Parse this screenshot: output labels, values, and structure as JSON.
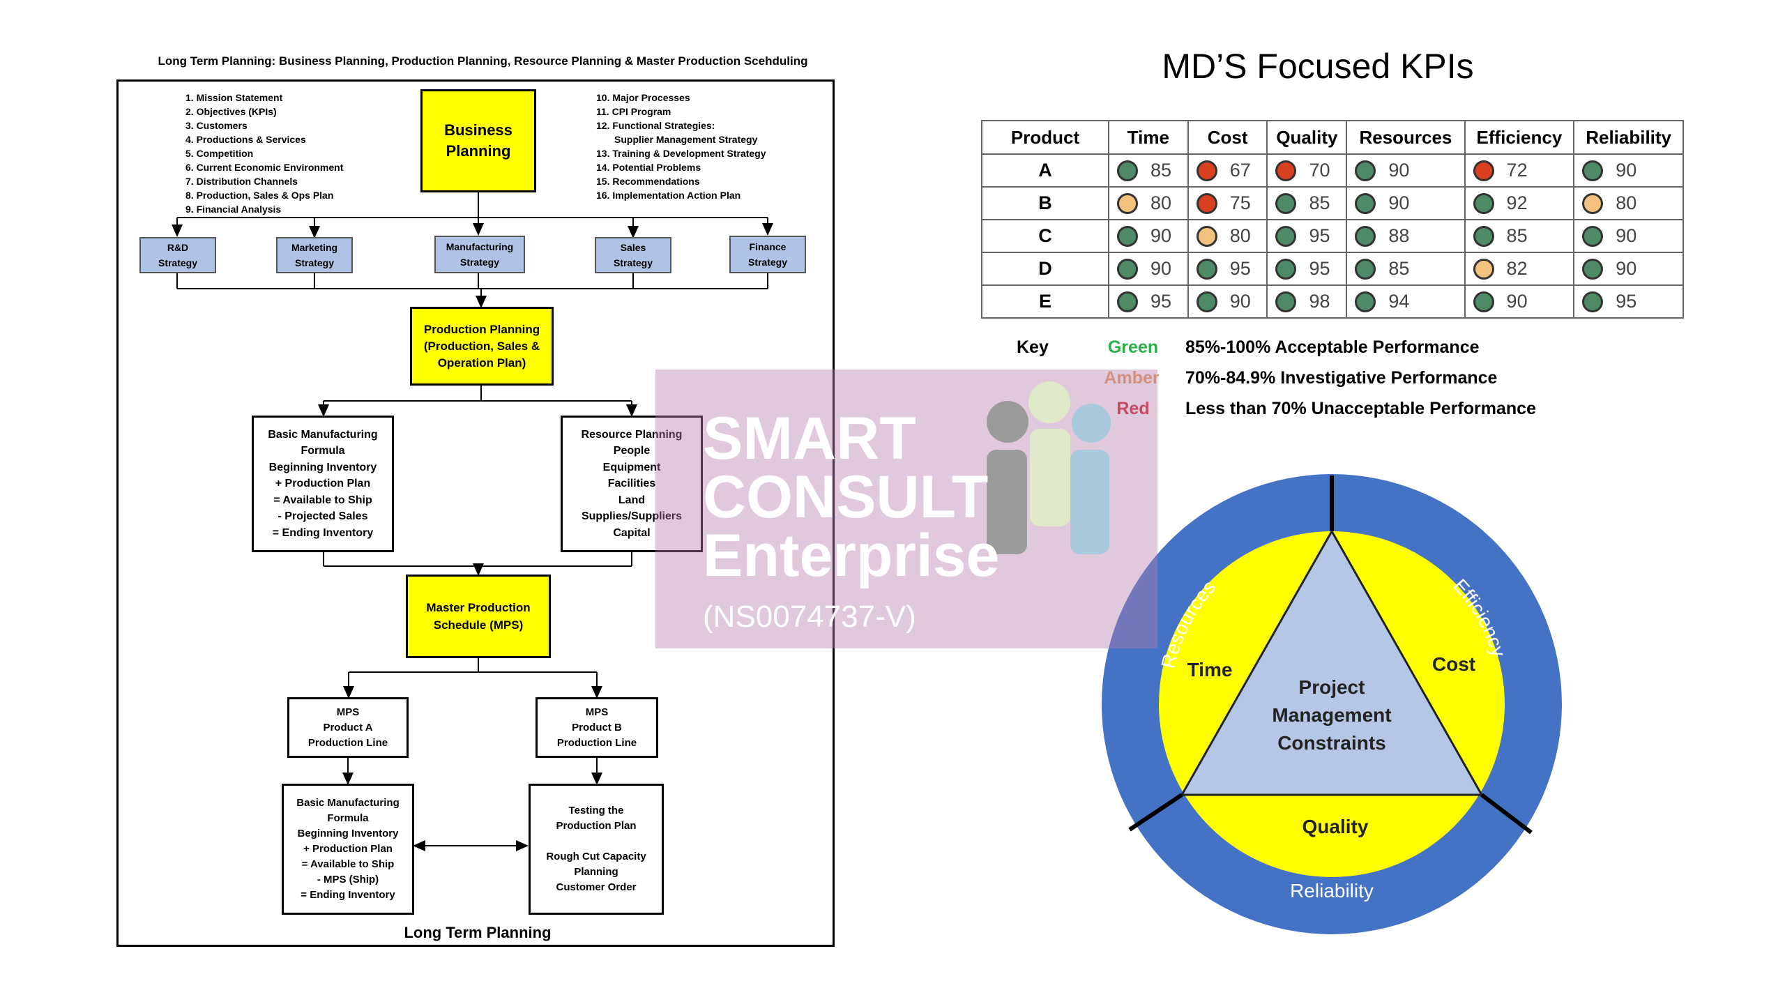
{
  "flowchart": {
    "title": "Long Term Planning: Business Planning, Production Planning, Resource Planning & Master Production Scehduling",
    "left_list": [
      "1. Mission Statement",
      "2. Objectives (KPIs)",
      "3. Customers",
      "4. Productions & Services",
      "5. Competition",
      "6. Current Economic Environment",
      "7. Distribution Channels",
      "8. Production, Sales & Ops Plan",
      "9. Financial Analysis"
    ],
    "right_list": [
      "10. Major Processes",
      "11. CPI Program",
      "12. Functional Strategies:",
      "Supplier Management Strategy",
      "13. Training & Development Strategy",
      "14. Potential Problems",
      "15. Recommendations",
      "16. Implementation Action Plan"
    ],
    "business_planning": [
      "Business",
      "Planning"
    ],
    "strategies": [
      [
        "R&D",
        "Strategy"
      ],
      [
        "Marketing",
        "Strategy"
      ],
      [
        "Manufacturing",
        "Strategy"
      ],
      [
        "Sales",
        "Strategy"
      ],
      [
        "Finance",
        "Strategy"
      ]
    ],
    "production_planning": [
      "Production Planning",
      "(Production, Sales &",
      "Operation Plan)"
    ],
    "basic_formula": [
      "Basic Manufacturing",
      "Formula",
      "Beginning Inventory",
      "+ Production Plan",
      "= Available to Ship",
      "- Projected Sales",
      "= Ending Inventory"
    ],
    "resource_planning": [
      "Resource Planning",
      "People",
      "Equipment",
      "Facilities",
      "Land",
      "Supplies/Suppliers",
      "Capital"
    ],
    "mps": [
      "Master Production",
      "Schedule (MPS)"
    ],
    "mps_a": [
      "MPS",
      "Product A",
      "Production Line"
    ],
    "mps_b": [
      "MPS",
      "Product B",
      "Production Line"
    ],
    "mps_formula": [
      "Basic Manufacturing",
      "Formula",
      "Beginning Inventory",
      "+ Production Plan",
      "= Available to Ship",
      "- MPS (Ship)",
      "= Ending Inventory"
    ],
    "testing": [
      "Testing the",
      "Production Plan",
      "",
      "Rough Cut Capacity",
      "Planning",
      "Customer Order"
    ],
    "caption": "Long Term Planning"
  },
  "kpi": {
    "title": "MD’S Focused KPIs",
    "headers": [
      "Product",
      "Time",
      "Cost",
      "Quality",
      "Resources",
      "Efficiency",
      "Reliability"
    ],
    "rows": [
      {
        "product": "A",
        "cells": [
          {
            "v": "85",
            "s": "green"
          },
          {
            "v": "67",
            "s": "red"
          },
          {
            "v": "70",
            "s": "red"
          },
          {
            "v": "90",
            "s": "green"
          },
          {
            "v": "72",
            "s": "red"
          },
          {
            "v": "90",
            "s": "green"
          }
        ]
      },
      {
        "product": "B",
        "cells": [
          {
            "v": "80",
            "s": "amber"
          },
          {
            "v": "75",
            "s": "red"
          },
          {
            "v": "85",
            "s": "green"
          },
          {
            "v": "90",
            "s": "green"
          },
          {
            "v": "92",
            "s": "green"
          },
          {
            "v": "80",
            "s": "amber"
          }
        ]
      },
      {
        "product": "C",
        "cells": [
          {
            "v": "90",
            "s": "green"
          },
          {
            "v": "80",
            "s": "amber"
          },
          {
            "v": "95",
            "s": "green"
          },
          {
            "v": "88",
            "s": "green"
          },
          {
            "v": "85",
            "s": "green"
          },
          {
            "v": "90",
            "s": "green"
          }
        ]
      },
      {
        "product": "D",
        "cells": [
          {
            "v": "90",
            "s": "green"
          },
          {
            "v": "95",
            "s": "green"
          },
          {
            "v": "95",
            "s": "green"
          },
          {
            "v": "85",
            "s": "green"
          },
          {
            "v": "82",
            "s": "amber"
          },
          {
            "v": "90",
            "s": "green"
          }
        ]
      },
      {
        "product": "E",
        "cells": [
          {
            "v": "95",
            "s": "green"
          },
          {
            "v": "90",
            "s": "green"
          },
          {
            "v": "98",
            "s": "green"
          },
          {
            "v": "94",
            "s": "green"
          },
          {
            "v": "90",
            "s": "green"
          },
          {
            "v": "95",
            "s": "green"
          }
        ]
      }
    ],
    "status_colors": {
      "green": "#4e8a66",
      "amber": "#f2c27e",
      "red": "#d9401f"
    }
  },
  "key": {
    "label": "Key",
    "items": [
      {
        "name": "Green",
        "desc": "85%-100% Acceptable Performance",
        "color": "#2ab04a"
      },
      {
        "name": "Amber",
        "desc": "70%-84.9% Investigative Performance",
        "color": "#e9a15a"
      },
      {
        "name": "Red",
        "desc": "Less than 70% Unacceptable Performance",
        "color": "#d8232a"
      }
    ]
  },
  "constraints": {
    "center": [
      "Project",
      "Management",
      "Constraints"
    ],
    "inner": {
      "left": "Time",
      "right": "Cost",
      "bottom": "Quality"
    },
    "outer": {
      "left": "Resources",
      "right": "Efficiency",
      "bottom": "Reliability"
    },
    "colors": {
      "ring": "#4472c4",
      "fill": "#ffff00",
      "triangle": "#b4c7e7"
    }
  },
  "watermark": {
    "lines": [
      "SMART",
      "CONSULT",
      "Enterprise"
    ],
    "reg": "(NS0074737-V)"
  }
}
